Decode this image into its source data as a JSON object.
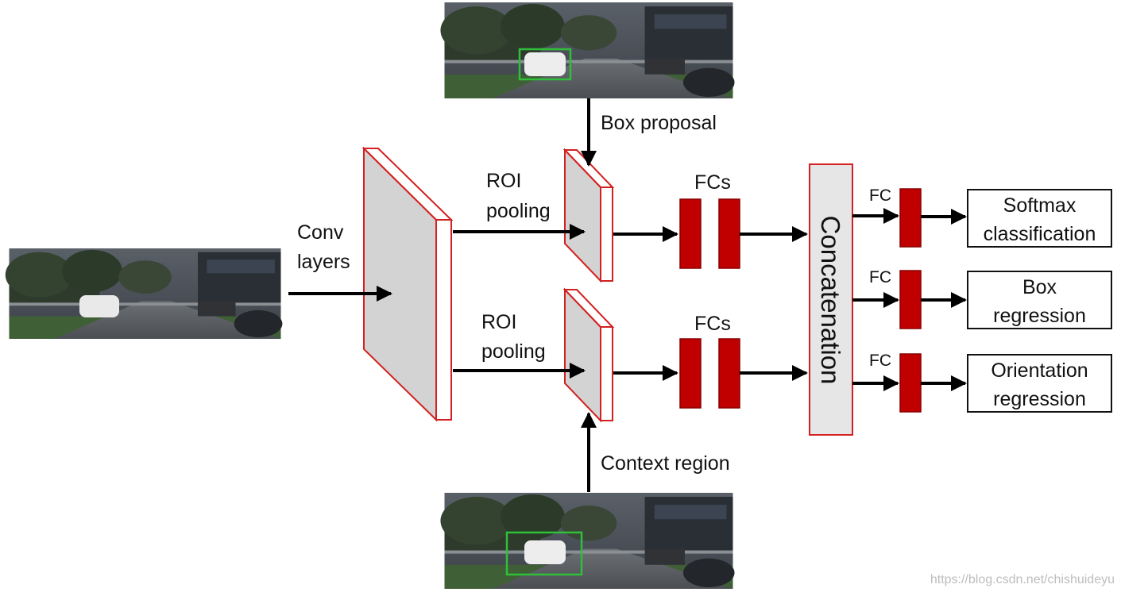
{
  "labels": {
    "box_proposal": "Box proposal",
    "context_region": "Context region",
    "conv_line1": "Conv",
    "conv_line2": "layers",
    "roi_line1": "ROI",
    "roi_line2": "pooling",
    "fcs": "FCs",
    "fc": "FC",
    "concatenation": "Concatenation"
  },
  "outputs": [
    {
      "line1": "Softmax",
      "line2": "classification"
    },
    {
      "line1": "Box",
      "line2": "regression"
    },
    {
      "line1": "Orientation",
      "line2": "regression"
    }
  ],
  "watermark": "https://blog.csdn.net/chishuideyu",
  "colors": {
    "fc_block": "#c00000",
    "layer_face": "#d3d3d3",
    "layer_border": "#d32020",
    "concat_fill": "#e6e6e6",
    "arrow": "#000000",
    "proposal_box": "#2fbf3a"
  }
}
